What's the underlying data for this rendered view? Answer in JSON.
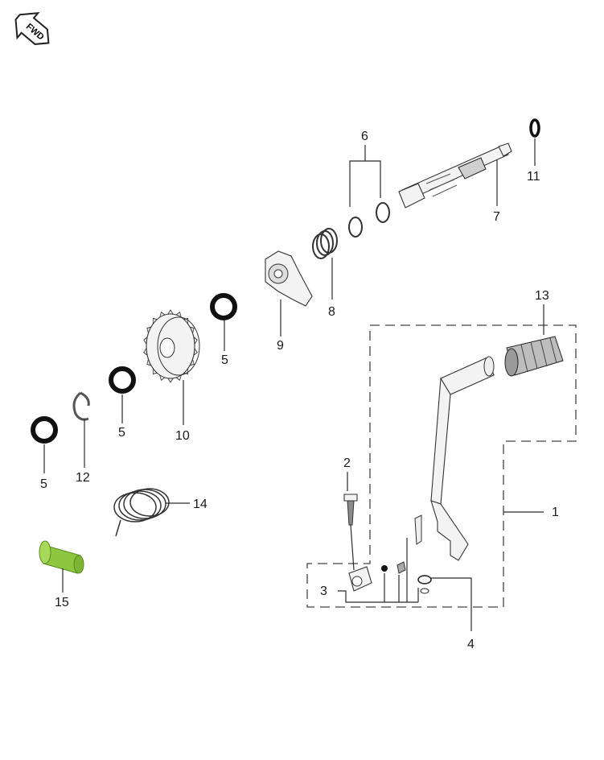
{
  "fwd_badge": {
    "label": "FWD"
  },
  "callouts": [
    {
      "id": "1",
      "text": "1"
    },
    {
      "id": "2",
      "text": "2"
    },
    {
      "id": "3",
      "text": "3"
    },
    {
      "id": "4",
      "text": "4"
    },
    {
      "id": "5a",
      "text": "5"
    },
    {
      "id": "5b",
      "text": "5"
    },
    {
      "id": "5c",
      "text": "5"
    },
    {
      "id": "6",
      "text": "6"
    },
    {
      "id": "7",
      "text": "7"
    },
    {
      "id": "8",
      "text": "8"
    },
    {
      "id": "9",
      "text": "9"
    },
    {
      "id": "10",
      "text": "10"
    },
    {
      "id": "11",
      "text": "11"
    },
    {
      "id": "12",
      "text": "12"
    },
    {
      "id": "13",
      "text": "13"
    },
    {
      "id": "14",
      "text": "14"
    },
    {
      "id": "15",
      "text": "15"
    }
  ],
  "colors": {
    "highlight_part": "#8dc63f",
    "line": "#333333"
  }
}
